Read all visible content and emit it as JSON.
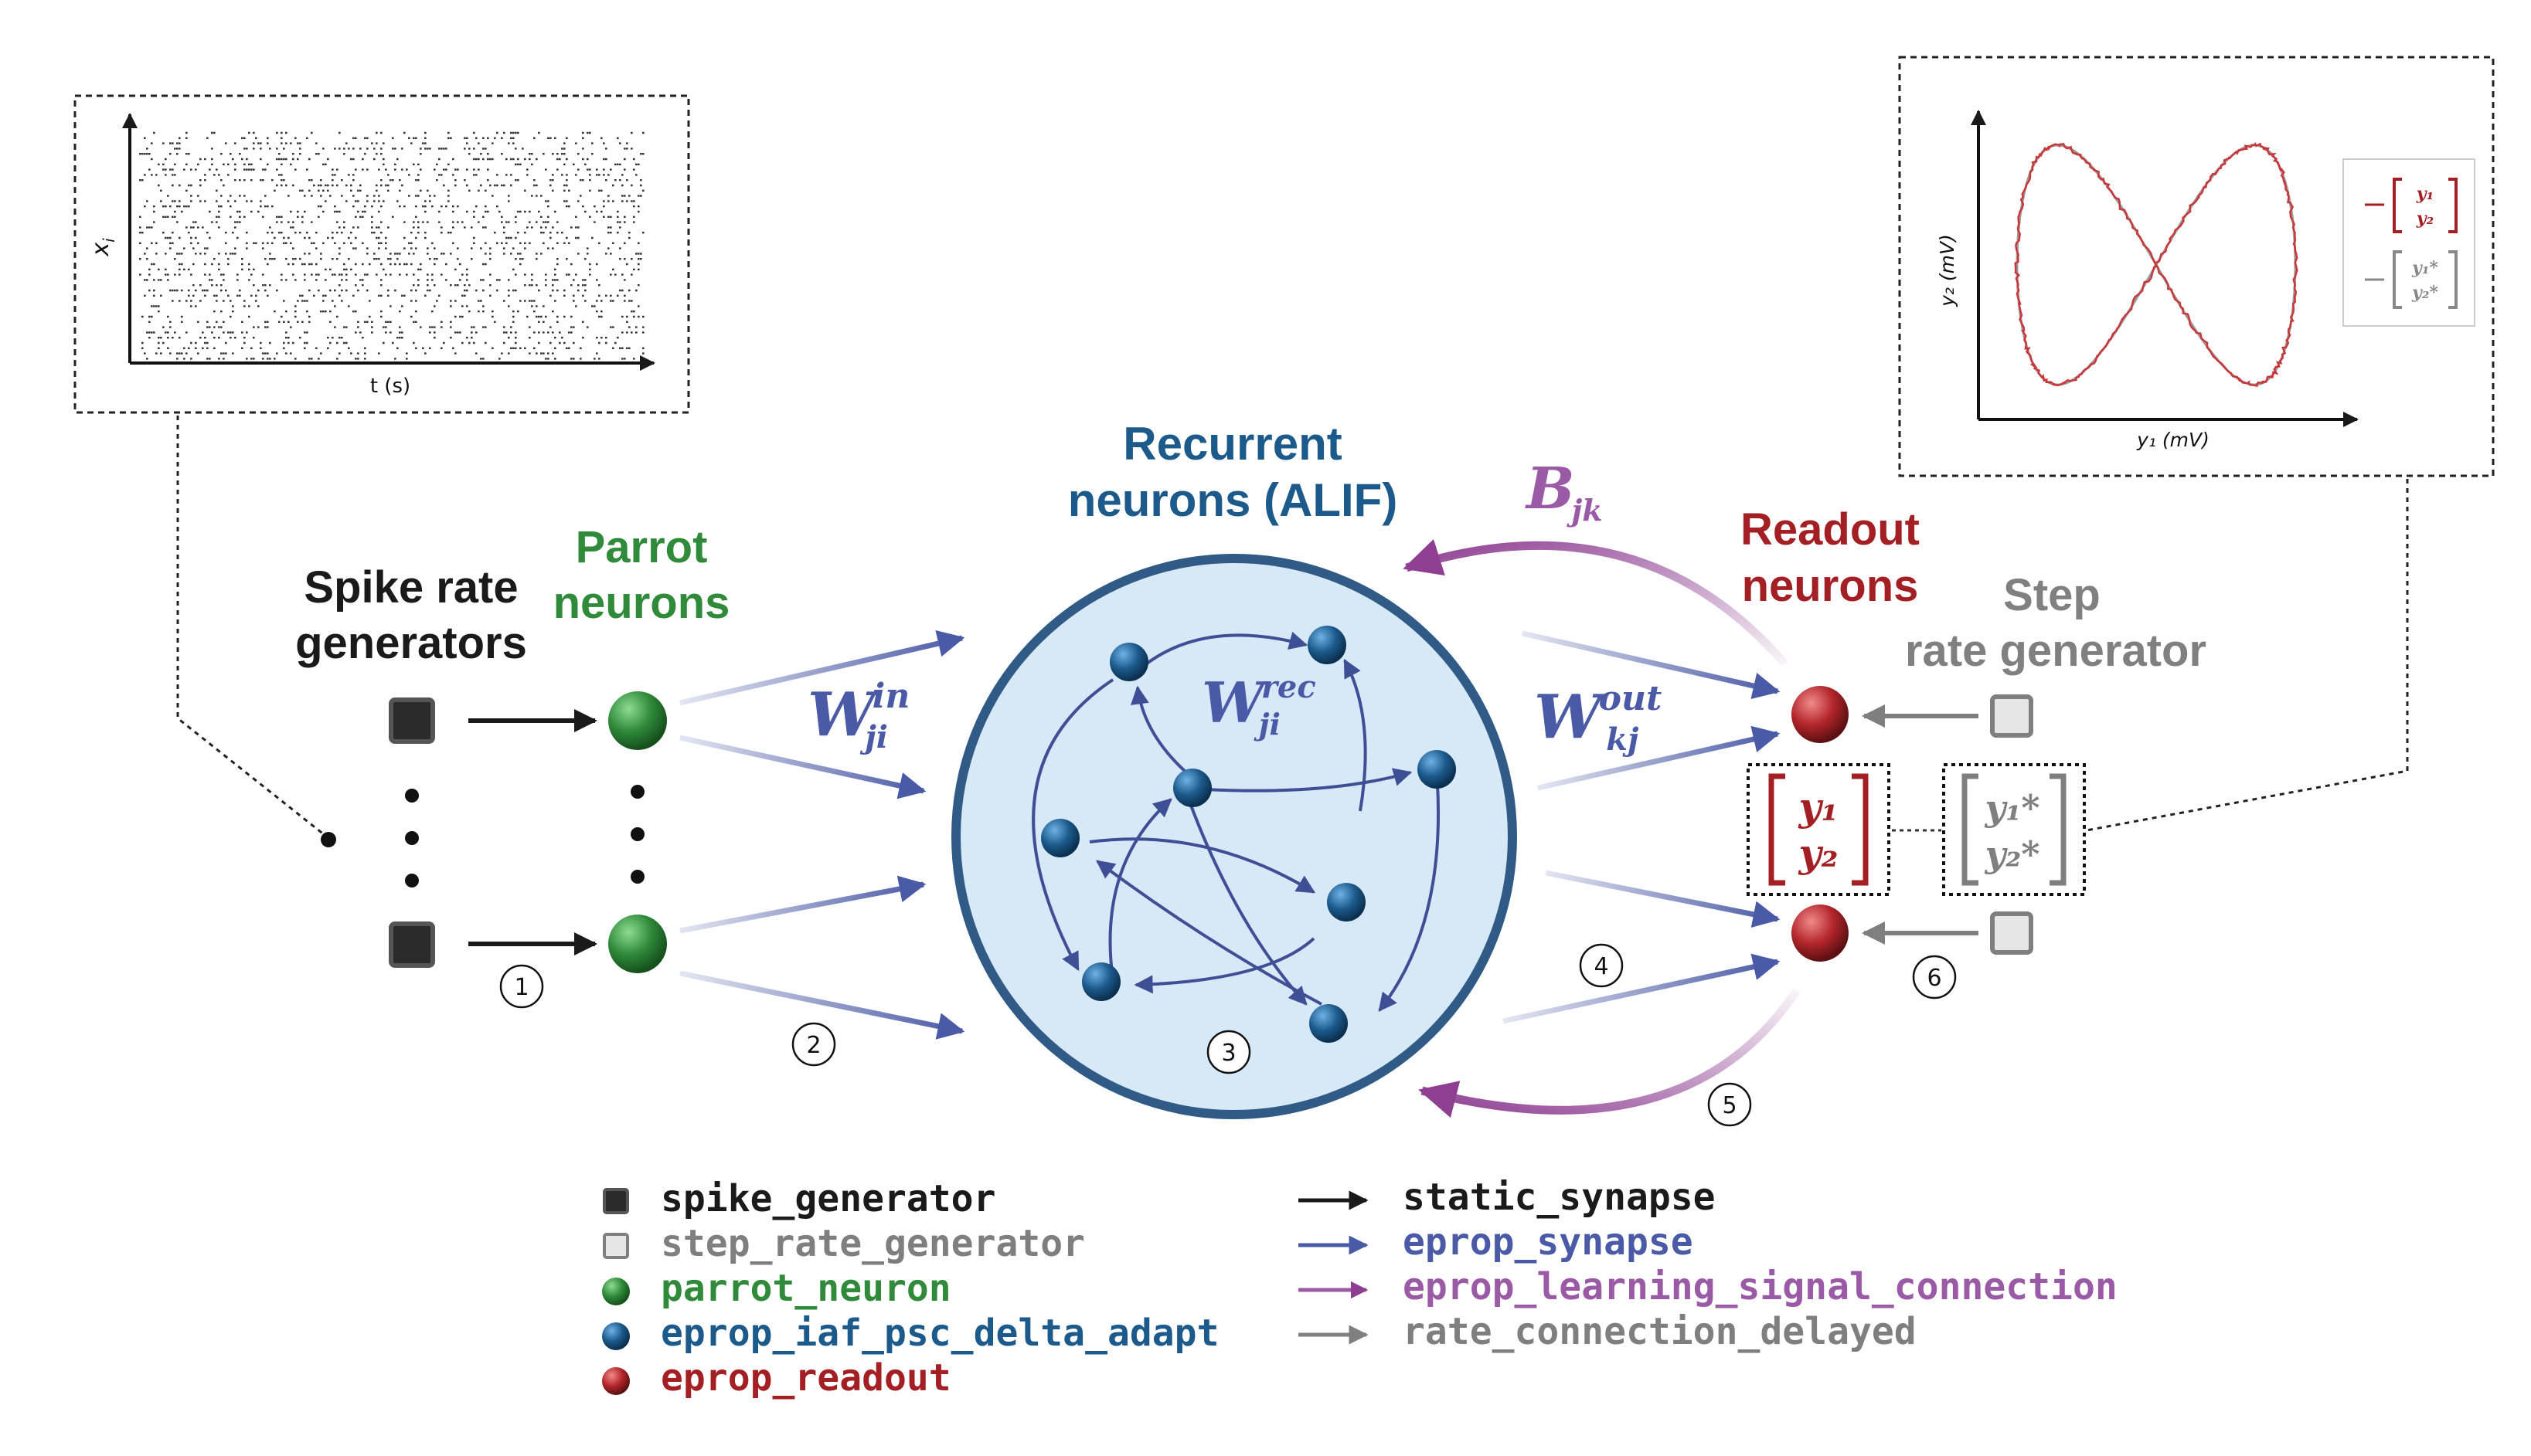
{
  "colors": {
    "black": "#1a1a1a",
    "gray": "#7f7f7f",
    "green": "#2f8a3a",
    "blue": "#1c5a8c",
    "red": "#a31f24",
    "purple": "#8e3f92",
    "synapse": "#4a5aa6",
    "circle_fill": "#d7e8f7",
    "circle_stroke": "#2f5b86"
  },
  "labels": {
    "spike_gen_l1": "Spike rate",
    "spike_gen_l2": "generators",
    "parrot_l1": "Parrot",
    "parrot_l2": "neurons",
    "recurrent_l1": "Recurrent",
    "recurrent_l2": "neurons (ALIF)",
    "readout_l1": "Readout",
    "readout_l2": "neurons",
    "step_l1": "Step",
    "step_l2": "rate generator"
  },
  "weights": {
    "w_in_base": "W",
    "w_in_sub": "ji",
    "w_in_sup": "in",
    "w_rec_base": "W",
    "w_rec_sub": "ji",
    "w_rec_sup": "rec",
    "w_out_base": "W",
    "w_out_sub": "kj",
    "w_out_sup": "out",
    "b_base": "B",
    "b_sub": "jk"
  },
  "vectors": {
    "y1": "y₁",
    "y2": "y₂",
    "y1_star": "y₁*",
    "y2_star": "y₂*"
  },
  "steps": [
    "1",
    "2",
    "3",
    "4",
    "5",
    "6"
  ],
  "raster_plot": {
    "ylabel": "x",
    "ylabel_sub": "i",
    "xlabel": "t (s)"
  },
  "lissajous_plot": {
    "ylabel": "y₂ (mV)",
    "xlabel": "y₁ (mV)",
    "legend": [
      {
        "top": "y₁",
        "bottom": "y₂",
        "color": "#a31f24"
      },
      {
        "top": "y₁*",
        "bottom": "y₂*",
        "color": "#888888"
      }
    ]
  },
  "legend_nodes": [
    {
      "label": "spike_generator",
      "shape": "dark-square",
      "color": "#1a1a1a"
    },
    {
      "label": "step_rate_generator",
      "shape": "light-square",
      "color": "#7f7f7f"
    },
    {
      "label": "parrot_neuron",
      "shape": "green-sphere",
      "color": "#2f8a3a"
    },
    {
      "label": "eprop_iaf_psc_delta_adapt",
      "shape": "blue-sphere",
      "color": "#1c5a8c"
    },
    {
      "label": "eprop_readout",
      "shape": "red-sphere",
      "color": "#a31f24"
    }
  ],
  "legend_edges": [
    {
      "label": "static_synapse",
      "color": "#1a1a1a"
    },
    {
      "label": "eprop_synapse",
      "color": "#4a5aa6"
    },
    {
      "label": "eprop_learning_signal_connection",
      "color": "#8e3f92"
    },
    {
      "label": "rate_connection_delayed",
      "color": "#7f7f7f"
    }
  ]
}
